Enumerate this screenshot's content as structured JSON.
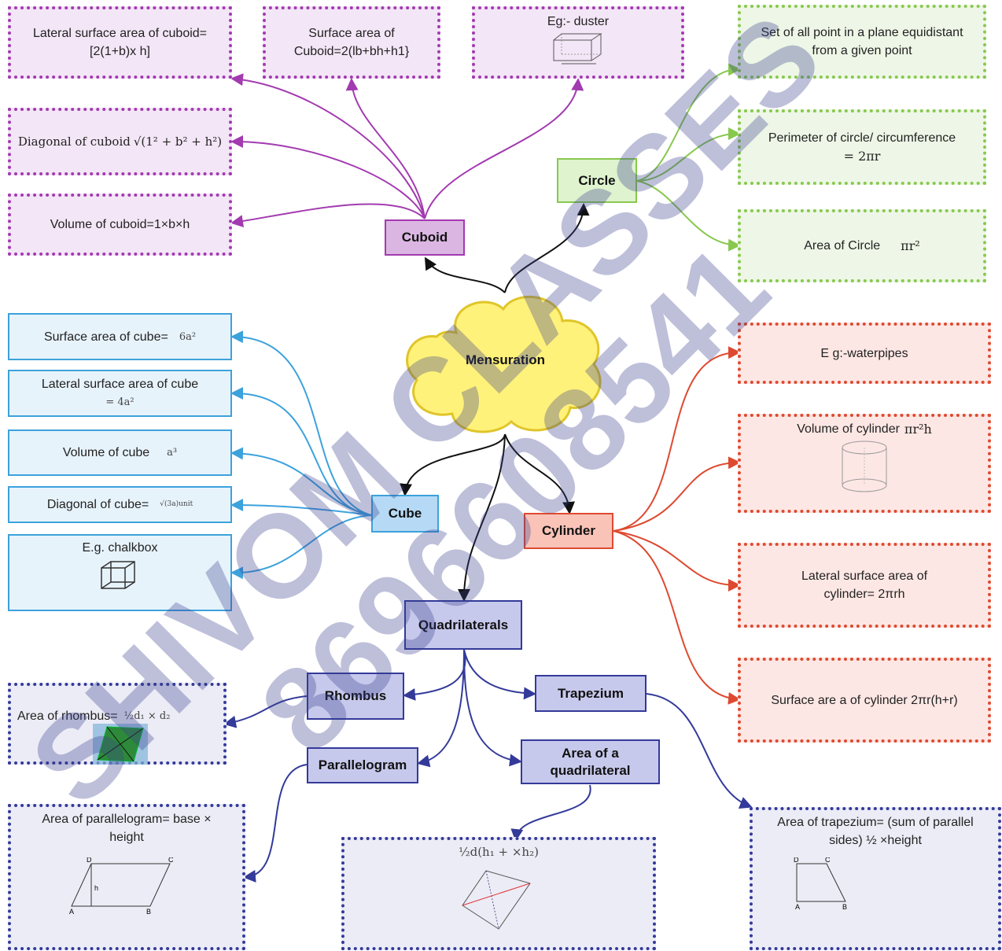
{
  "center": {
    "label": "Mensuration"
  },
  "nodes": {
    "cuboid": "Cuboid",
    "circle": "Circle",
    "cube": "Cube",
    "cylinder": "Cylinder",
    "quadrilaterals": "Quadrilaterals",
    "rhombus": "Rhombus",
    "parallelogram": "Parallelogram",
    "trapezium": "Trapezium",
    "area_quadrilateral": "Area of a quadrilateral"
  },
  "cuboid_facts": {
    "lateral": "Lateral surface area of cuboid= [2(1+b)x h]",
    "surface": "Surface area of Cuboid=2(lb+bh+h1}",
    "example": "Eg:- duster",
    "diagonal_label": "Diagonal of cuboid",
    "diagonal_formula": "√(1² + b² + h²)",
    "volume": "Volume of cuboid=1×b×h"
  },
  "circle_facts": {
    "definition": "Set of all point in a plane equidistant from a given point",
    "perimeter_label": "Perimeter of circle/ circumference",
    "perimeter_formula": "= 2πr",
    "area_label": "Area of Circle",
    "area_formula": "πr²"
  },
  "cube_facts": {
    "surface_label": "Surface area of cube=",
    "surface_formula": "6a²",
    "lateral_label": "Lateral surface area of cube",
    "lateral_formula": "= 4a²",
    "volume_label": "Volume of cube",
    "volume_formula": "a³",
    "diagonal_label": "Diagonal of cube=",
    "diagonal_formula": "√(3a)unit",
    "example": "E.g. chalkbox"
  },
  "cylinder_facts": {
    "example": "E g:-waterpipes",
    "volume_label": "Volume of cylinder",
    "volume_formula": "πr²h",
    "lateral": "Lateral surface area of cylinder= 2πrh",
    "surface": "Surface are a of cylinder 2πr(h+r)"
  },
  "quad_facts": {
    "rhombus_label": "Area of rhombus=",
    "rhombus_formula": "½d₁ × d₂",
    "parallelogram": "Area of parallelogram= base × height",
    "quad_formula": "½d(h₁ + ×h₂)",
    "trapezium": "Area of trapezium= (sum of parallel sides) ½ ×height"
  },
  "figure_labels": {
    "parallelogram": [
      "D",
      "C",
      "A",
      "B",
      "h"
    ],
    "trapezium": [
      "D",
      "C",
      "A",
      "B"
    ]
  },
  "watermark": {
    "line1": "SHIVOM CLASSES",
    "line2": "8696608541"
  },
  "colors": {
    "purple": "#a23ab0",
    "green": "#88c84e",
    "red": "#dd4a30",
    "blue": "#3ca2dc",
    "navy": "#333a99",
    "cloud": "#fff27a"
  }
}
